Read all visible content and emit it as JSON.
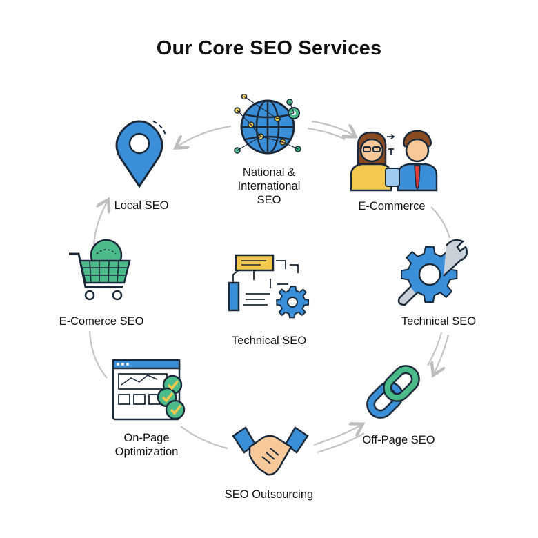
{
  "title": "Our Core SEO Services",
  "services": [
    {
      "label": "National & International SEO",
      "icon": "globe-network-icon"
    },
    {
      "label": "E-Commerce",
      "icon": "business-people-icon"
    },
    {
      "label": "Technical SEO",
      "icon": "gear-wrench-icon"
    },
    {
      "label": "Off-Page SEO",
      "icon": "chain-link-icon"
    },
    {
      "label": "SEO Outsourcing",
      "icon": "handshake-icon"
    },
    {
      "label": "On-Page Optimization",
      "icon": "webpage-checklist-icon"
    },
    {
      "label": "E-Comerce SEO",
      "icon": "shopping-cart-globe-icon"
    },
    {
      "label": "Local SEO",
      "icon": "map-pin-icon"
    }
  ],
  "center": {
    "label": "Technical SEO",
    "icon": "flowchart-gear-icon"
  },
  "colors": {
    "blue": "#3a8fd8",
    "green": "#4cbb8a",
    "yellow": "#f2c94c",
    "dark": "#1b2a3a",
    "arrow": "#bdbdbd"
  }
}
